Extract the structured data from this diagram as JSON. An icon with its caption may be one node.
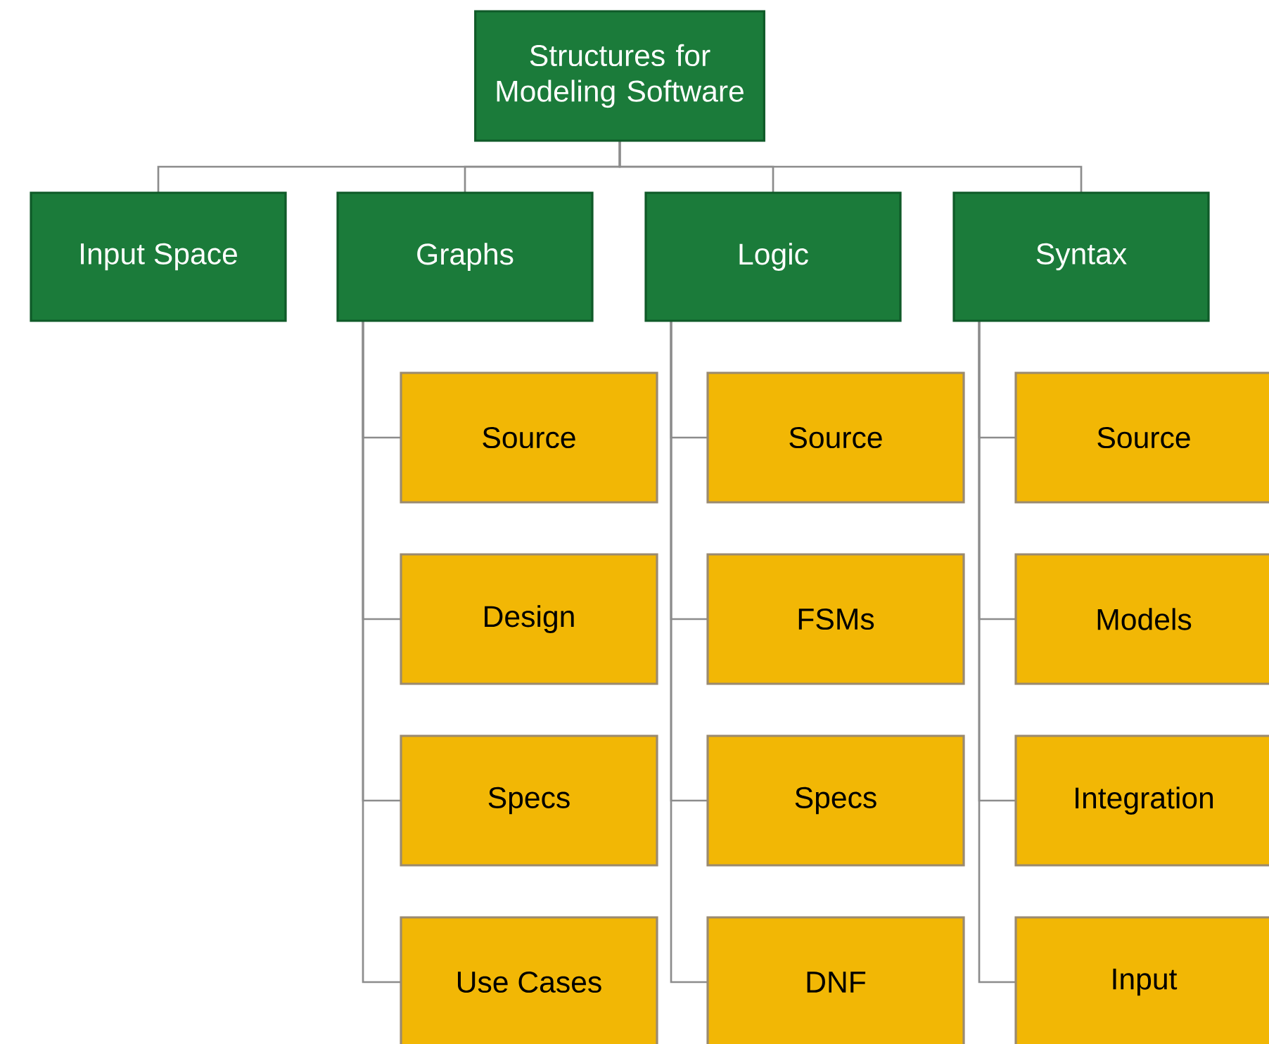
{
  "diagram": {
    "nodes": [
      {
        "text": [
          "Structures for Modeling Software"
        ]
      },
      {
        "text": [
          "Input Space"
        ]
      },
      {
        "text": [
          "Graphs"
        ]
      },
      {
        "text": [
          "Logic"
        ]
      },
      {
        "text": [
          "Syntax"
        ]
      },
      {
        "text": [
          "Source"
        ]
      },
      {
        "text": [
          "Design"
        ]
      },
      {
        "text": [
          "Specs"
        ]
      },
      {
        "text": [
          "Use Cases"
        ]
      },
      {
        "text": [
          "Source"
        ]
      },
      {
        "text": [
          "FSMs"
        ]
      },
      {
        "text": [
          "Specs"
        ]
      },
      {
        "text": [
          "DNF"
        ]
      },
      {
        "text": [
          "Source"
        ]
      },
      {
        "text": [
          "Models"
        ]
      },
      {
        "text": [
          "Integration"
        ]
      },
      {
        "text": [
          "Input"
        ]
      }
    ],
    "edges": [
      {
        "from": 0,
        "to": 1,
        "arrow": "none"
      },
      {
        "from": 0,
        "to": 2,
        "arrow": "none"
      },
      {
        "from": 0,
        "to": 3,
        "arrow": "none"
      },
      {
        "from": 0,
        "to": 4,
        "arrow": "none"
      },
      {
        "from": 2,
        "to": 5,
        "arrow": "none"
      },
      {
        "from": 2,
        "to": 6,
        "arrow": "none"
      },
      {
        "from": 2,
        "to": 7,
        "arrow": "none"
      },
      {
        "from": 2,
        "to": 8,
        "arrow": "none"
      },
      {
        "from": 3,
        "to": 9,
        "arrow": "none"
      },
      {
        "from": 3,
        "to": 10,
        "arrow": "none"
      },
      {
        "from": 3,
        "to": 11,
        "arrow": "none"
      },
      {
        "from": 3,
        "to": 12,
        "arrow": "none"
      },
      {
        "from": 4,
        "to": 13,
        "arrow": "none"
      },
      {
        "from": 4,
        "to": 14,
        "arrow": "none"
      },
      {
        "from": 4,
        "to": 15,
        "arrow": "none"
      },
      {
        "from": 4,
        "to": 16,
        "arrow": "none"
      }
    ]
  }
}
